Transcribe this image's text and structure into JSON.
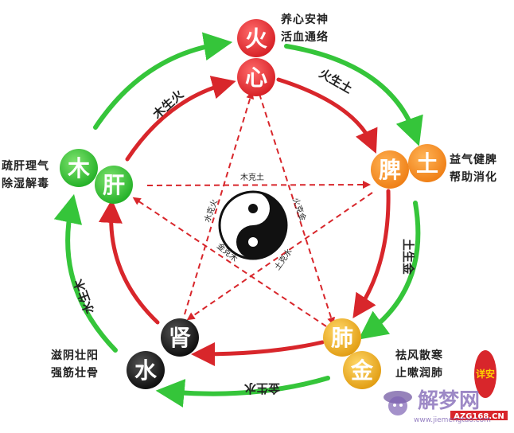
{
  "elements": {
    "fire": {
      "name": "火",
      "organ": "心",
      "color": "#e8262b"
    },
    "earth": {
      "name": "土",
      "organ": "脾",
      "color": "#f28a1e"
    },
    "metal": {
      "name": "金",
      "organ": "肺",
      "color": "#e5a81c"
    },
    "water": {
      "name": "水",
      "organ": "肾",
      "color": "#111111"
    },
    "wood": {
      "name": "木",
      "organ": "肝",
      "color": "#2bbd2e"
    }
  },
  "generating": {
    "wood_fire": "木生火",
    "fire_earth": "火生土",
    "earth_metal": "土生金",
    "metal_water": "金生水",
    "water_wood": "水生木"
  },
  "controlling": {
    "wood_earth": "木克土",
    "earth_water": "土克水",
    "water_fire": "水克火",
    "fire_metal": "火克金",
    "metal_wood": "金克木"
  },
  "notes": {
    "fire": [
      "养心安神",
      "活血通络"
    ],
    "earth": [
      "益气健脾",
      "帮助消化"
    ],
    "metal": [
      "祛风散寒",
      "止嗽润肺"
    ],
    "water": [
      "滋阴壮阳",
      "强筋壮骨"
    ],
    "wood": [
      "疏肝理气",
      "除湿解毒"
    ]
  },
  "watermark": {
    "brand": "解梦网",
    "seal": "详安",
    "domain": "AZG168.CN",
    "url": "www.jiemengtao.com"
  },
  "colors": {
    "green_arrow": "#35c53a",
    "red_arrow": "#d8262b",
    "dashed": "#d8262b"
  }
}
